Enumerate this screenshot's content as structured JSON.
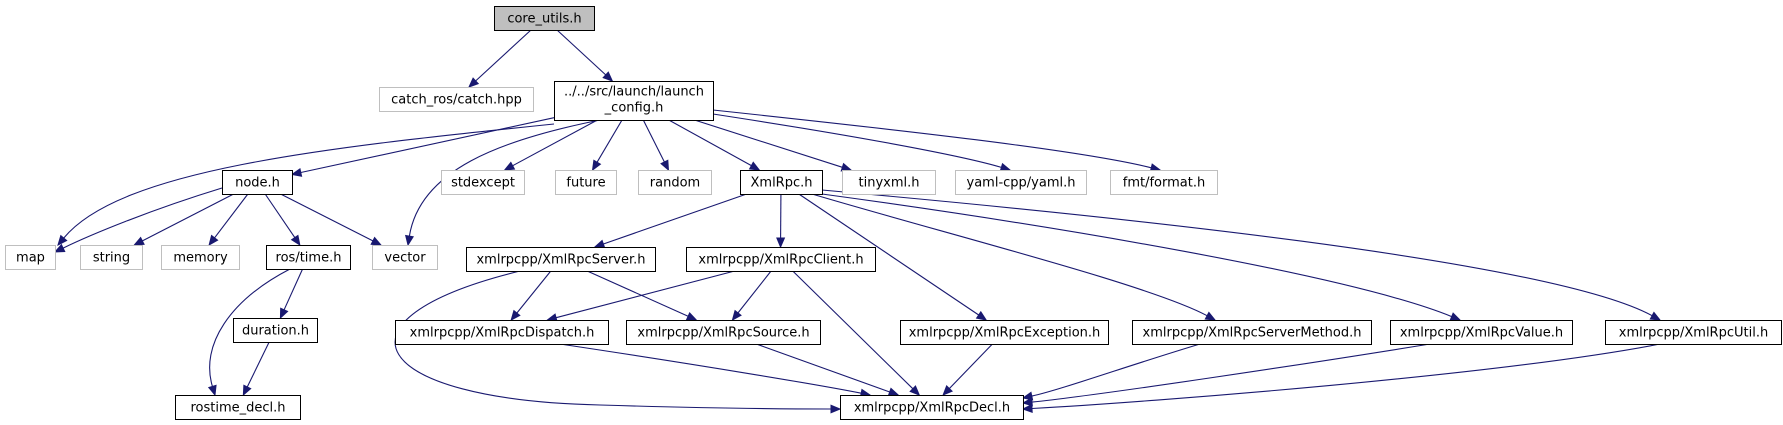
{
  "colors": {
    "edge": "#191970",
    "root_fill": "#bfbfbf",
    "root_stroke": "#000000",
    "linked_fill": "#ffffff",
    "linked_stroke": "#000000",
    "external_fill": "#ffffff",
    "external_stroke": "#bfbfbf",
    "external_text": "#000000"
  },
  "nodes": [
    {
      "id": "core_utils",
      "label": "core_utils.h",
      "kind": "root"
    },
    {
      "id": "catch",
      "label": "catch_ros/catch.hpp",
      "kind": "external"
    },
    {
      "id": "launch_config",
      "label_lines": [
        "../../src/launch/launch",
        "_config.h"
      ],
      "kind": "linked"
    },
    {
      "id": "node",
      "label": "node.h",
      "kind": "linked"
    },
    {
      "id": "stdexcept",
      "label": "stdexcept",
      "kind": "external"
    },
    {
      "id": "future",
      "label": "future",
      "kind": "external"
    },
    {
      "id": "random",
      "label": "random",
      "kind": "external"
    },
    {
      "id": "xmlrpc",
      "label": "XmlRpc.h",
      "kind": "linked"
    },
    {
      "id": "tinyxml",
      "label": "tinyxml.h",
      "kind": "external"
    },
    {
      "id": "yaml",
      "label": "yaml-cpp/yaml.h",
      "kind": "external"
    },
    {
      "id": "fmt",
      "label": "fmt/format.h",
      "kind": "external"
    },
    {
      "id": "map",
      "label": "map",
      "kind": "external"
    },
    {
      "id": "string",
      "label": "string",
      "kind": "external"
    },
    {
      "id": "memory",
      "label": "memory",
      "kind": "external"
    },
    {
      "id": "rostime",
      "label": "ros/time.h",
      "kind": "linked"
    },
    {
      "id": "vector",
      "label": "vector",
      "kind": "external"
    },
    {
      "id": "duration",
      "label": "duration.h",
      "kind": "linked"
    },
    {
      "id": "rostime_decl",
      "label": "rostime_decl.h",
      "kind": "linked"
    },
    {
      "id": "server",
      "label": "xmlrpcpp/XmlRpcServer.h",
      "kind": "linked"
    },
    {
      "id": "client",
      "label": "xmlrpcpp/XmlRpcClient.h",
      "kind": "linked"
    },
    {
      "id": "dispatch",
      "label": "xmlrpcpp/XmlRpcDispatch.h",
      "kind": "linked"
    },
    {
      "id": "source",
      "label": "xmlrpcpp/XmlRpcSource.h",
      "kind": "linked"
    },
    {
      "id": "exception",
      "label": "xmlrpcpp/XmlRpcException.h",
      "kind": "linked"
    },
    {
      "id": "servermethod",
      "label": "xmlrpcpp/XmlRpcServerMethod.h",
      "kind": "linked"
    },
    {
      "id": "value",
      "label": "xmlrpcpp/XmlRpcValue.h",
      "kind": "linked"
    },
    {
      "id": "util",
      "label": "xmlrpcpp/XmlRpcUtil.h",
      "kind": "linked"
    },
    {
      "id": "decl",
      "label": "xmlrpcpp/XmlRpcDecl.h",
      "kind": "linked"
    }
  ],
  "edges": [
    {
      "from": "core_utils",
      "to": "catch"
    },
    {
      "from": "core_utils",
      "to": "launch_config"
    },
    {
      "from": "launch_config",
      "to": "map"
    },
    {
      "from": "launch_config",
      "to": "node"
    },
    {
      "from": "launch_config",
      "to": "vector"
    },
    {
      "from": "launch_config",
      "to": "stdexcept"
    },
    {
      "from": "launch_config",
      "to": "future"
    },
    {
      "from": "launch_config",
      "to": "random"
    },
    {
      "from": "launch_config",
      "to": "xmlrpc"
    },
    {
      "from": "launch_config",
      "to": "tinyxml"
    },
    {
      "from": "launch_config",
      "to": "yaml"
    },
    {
      "from": "launch_config",
      "to": "fmt"
    },
    {
      "from": "node",
      "to": "map"
    },
    {
      "from": "node",
      "to": "string"
    },
    {
      "from": "node",
      "to": "memory"
    },
    {
      "from": "node",
      "to": "rostime"
    },
    {
      "from": "node",
      "to": "vector"
    },
    {
      "from": "rostime",
      "to": "duration"
    },
    {
      "from": "rostime",
      "to": "rostime_decl"
    },
    {
      "from": "duration",
      "to": "rostime_decl"
    },
    {
      "from": "xmlrpc",
      "to": "server"
    },
    {
      "from": "xmlrpc",
      "to": "client"
    },
    {
      "from": "xmlrpc",
      "to": "exception"
    },
    {
      "from": "xmlrpc",
      "to": "servermethod"
    },
    {
      "from": "xmlrpc",
      "to": "value"
    },
    {
      "from": "xmlrpc",
      "to": "util"
    },
    {
      "from": "server",
      "to": "dispatch"
    },
    {
      "from": "server",
      "to": "source"
    },
    {
      "from": "server",
      "to": "decl"
    },
    {
      "from": "client",
      "to": "dispatch"
    },
    {
      "from": "client",
      "to": "source"
    },
    {
      "from": "client",
      "to": "decl"
    },
    {
      "from": "dispatch",
      "to": "decl"
    },
    {
      "from": "source",
      "to": "decl"
    },
    {
      "from": "exception",
      "to": "decl"
    },
    {
      "from": "servermethod",
      "to": "decl"
    },
    {
      "from": "value",
      "to": "decl"
    },
    {
      "from": "util",
      "to": "decl"
    }
  ]
}
